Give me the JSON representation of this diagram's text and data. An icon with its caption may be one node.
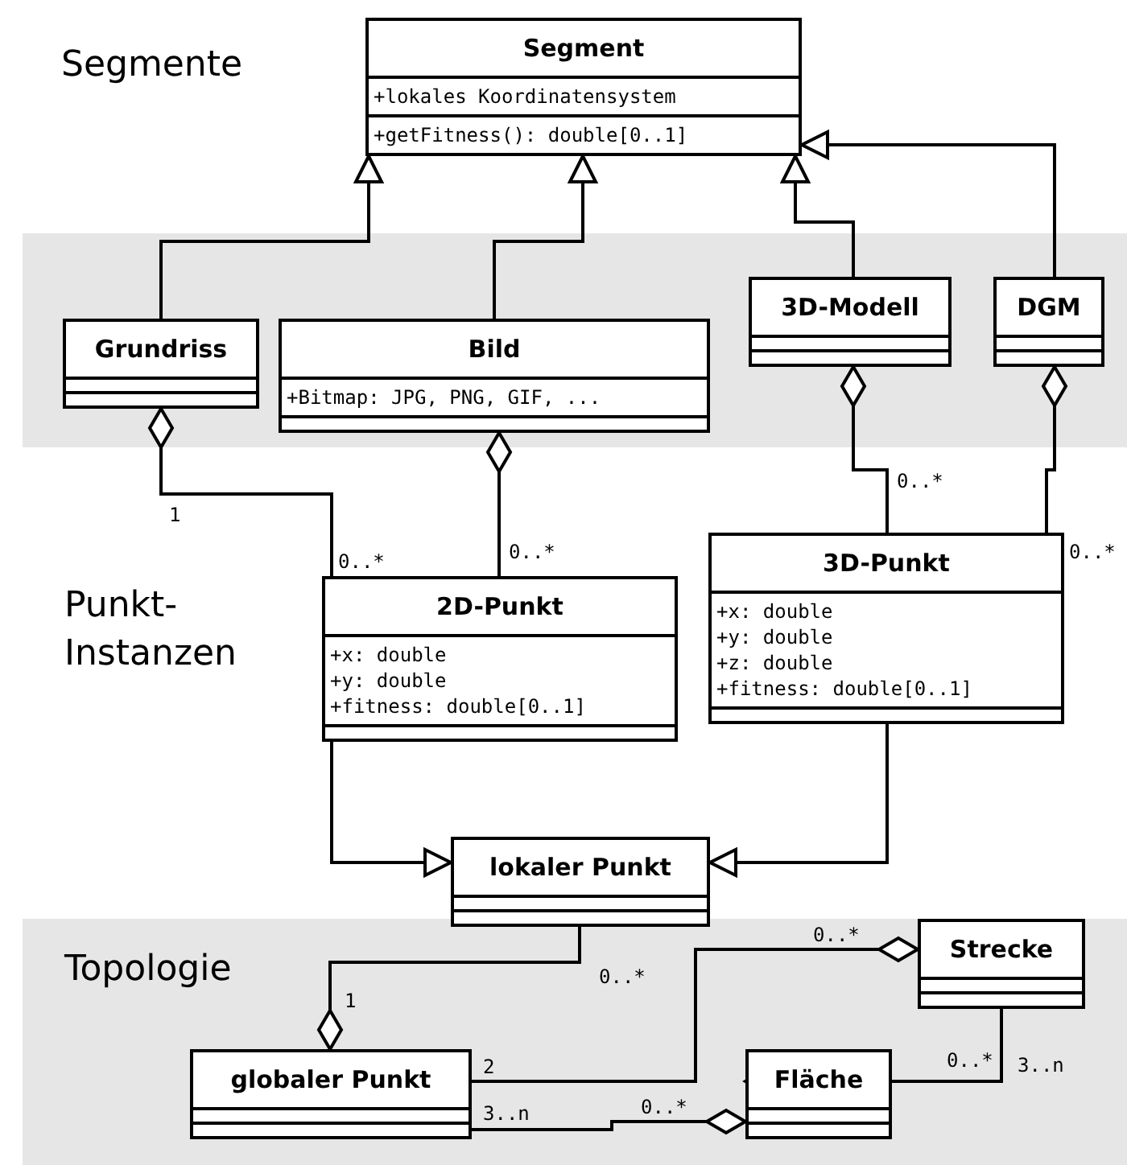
{
  "diagram": {
    "nodes": [
      {
        "text": [
          "Segment",
          "+lokales Koordinatensystem",
          "+getFitness(): double[0..1]"
        ]
      },
      {
        "text": [
          "Grundriss"
        ]
      },
      {
        "text": [
          "Bild",
          "+Bitmap: JPG, PNG, GIF, ..."
        ]
      },
      {
        "text": [
          "3D-Modell"
        ]
      },
      {
        "text": [
          "DGM"
        ]
      },
      {
        "text": [
          "2D-Punkt",
          "+x: double",
          "+y: double",
          "+fitness: double[0..1]"
        ]
      },
      {
        "text": [
          "3D-Punkt",
          "+x: double",
          "+y: double",
          "+z: double",
          "+fitness: double[0..1]"
        ]
      },
      {
        "text": [
          "lokaler Punkt"
        ]
      },
      {
        "text": [
          "Strecke"
        ]
      },
      {
        "text": [
          "globaler Punkt"
        ]
      },
      {
        "text": [
          "Fläche"
        ]
      }
    ],
    "edges": [
      {
        "from": 1,
        "to": 0,
        "arrow": "to"
      },
      {
        "from": 2,
        "to": 0,
        "arrow": "to"
      },
      {
        "from": 3,
        "to": 0,
        "arrow": "to"
      },
      {
        "from": 4,
        "to": 0,
        "arrow": "to"
      },
      {
        "from": 5,
        "to": 1,
        "arrow": "other"
      },
      {
        "from": 5,
        "to": 2,
        "arrow": "other"
      },
      {
        "from": 6,
        "to": 3,
        "arrow": "other"
      },
      {
        "from": 6,
        "to": 4,
        "arrow": "other"
      },
      {
        "from": 5,
        "to": 7,
        "arrow": "to"
      },
      {
        "from": 6,
        "to": 7,
        "arrow": "to"
      },
      {
        "from": 7,
        "to": 9,
        "arrow": "other"
      },
      {
        "from": 9,
        "to": 8,
        "arrow": "other"
      },
      {
        "from": 9,
        "to": 10,
        "arrow": "other"
      },
      {
        "from": 8,
        "to": 10,
        "arrow": "other"
      }
    ],
    "labels": [
      "Segmente",
      "1",
      "0..*",
      "0..*",
      "0..*",
      "Punkt-Instanzen",
      "0..*",
      "Topologie",
      "0..*",
      "1",
      "0..*",
      "2",
      "0..*",
      "3..n",
      "3..n",
      "0..*"
    ]
  }
}
